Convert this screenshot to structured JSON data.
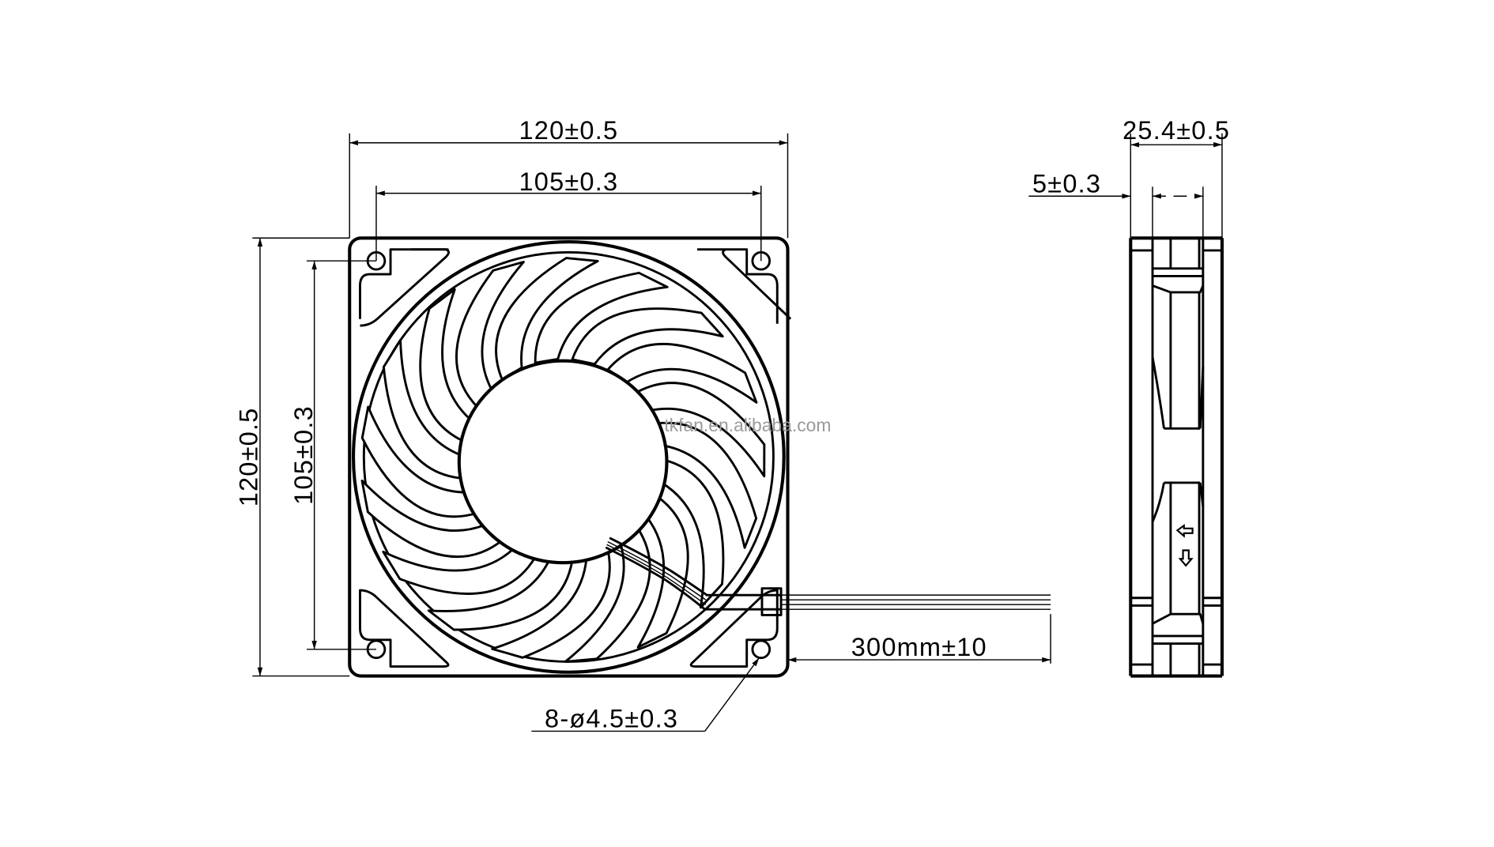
{
  "drawing": {
    "front_view": {
      "width_overall": "120±0.5",
      "hole_spacing_horizontal": "105±0.3",
      "height_overall": "120±0.5",
      "hole_spacing_vertical": "105±0.3",
      "lead_length": "300mm±10",
      "mounting_holes": "8-ø4.5±0.3",
      "blade_count": 17
    },
    "side_view": {
      "thickness": "25.4±0.5",
      "flange": "5±0.3",
      "airflow_arrow": "arrow-left-icon",
      "rotation_arrow": "arrow-down-icon"
    },
    "watermark": "tkfan.en.alibaba.com",
    "colors": {
      "line": "#000000",
      "watermark": "#9a9a9a",
      "background": "#ffffff"
    }
  }
}
